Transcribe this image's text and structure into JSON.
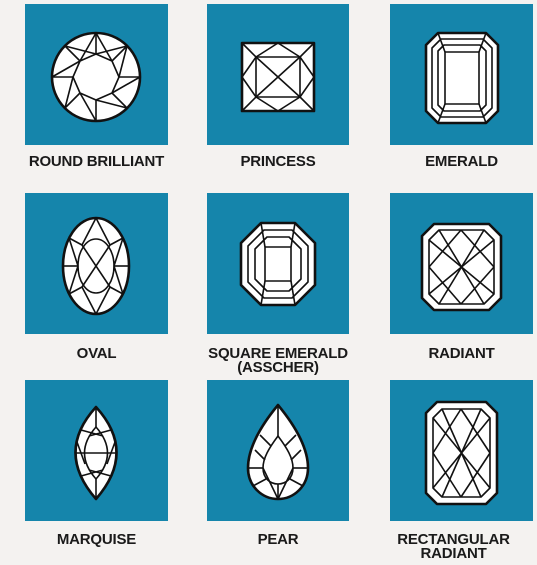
{
  "shapes": [
    {
      "label": "ROUND BRILLIANT",
      "icon": "round-brilliant-icon"
    },
    {
      "label": "PRINCESS",
      "icon": "princess-icon"
    },
    {
      "label": "EMERALD",
      "icon": "emerald-icon"
    },
    {
      "label": "OVAL",
      "icon": "oval-icon"
    },
    {
      "label": "SQUARE EMERALD",
      "label2": "(ASSCHER)",
      "icon": "asscher-icon"
    },
    {
      "label": "RADIANT",
      "icon": "radiant-icon"
    },
    {
      "label": "MARQUISE",
      "icon": "marquise-icon"
    },
    {
      "label": "PEAR",
      "icon": "pear-icon"
    },
    {
      "label": "RECTANGULAR",
      "label2": "RADIANT",
      "icon": "rectangular-radiant-icon"
    }
  ],
  "colors": {
    "tile": "#1585ab",
    "background": "#f4f2f0"
  }
}
